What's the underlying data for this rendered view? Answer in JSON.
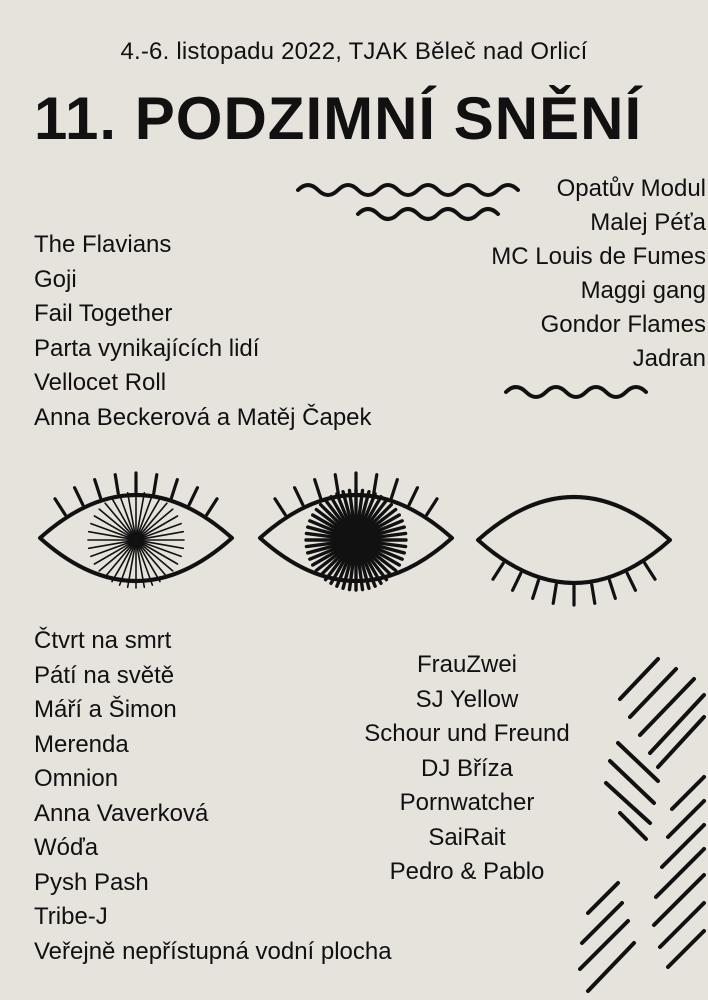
{
  "header": {
    "date_line": "4.-6. listopadu 2022, TJAK Běleč nad Orlicí",
    "title": "11. PODZIMNÍ SNĚNÍ"
  },
  "lineup_top_left": [
    "The Flavians",
    "Goji",
    "Fail Together",
    "Parta vynikajících lidí",
    "Vellocet Roll",
    "Anna Beckerová a Matěj Čapek"
  ],
  "lineup_top_right": [
    "Opatův Modul",
    "Malej Péťa",
    "MC Louis de Fumes",
    "Maggi gang",
    "Gondor Flames",
    "Jadran"
  ],
  "lineup_bottom_left": [
    "Čtvrt na smrt",
    "Pátí na světě",
    "Máří a Šimon",
    "Merenda",
    "Omnion",
    "Anna Vaverková",
    "Wóďa",
    "Pysh Pash",
    "Tribe-J",
    "Veřejně nepřístupná vodní plocha"
  ],
  "lineup_bottom_right": [
    "FrauZwei",
    "SJ Yellow",
    "Schour und Freund",
    "DJ Bříza",
    "Pornwatcher",
    "SaiRait",
    "Pedro & Pablo"
  ],
  "colors": {
    "background": "#e6e3dc",
    "ink": "#111111"
  },
  "decorations": [
    "wave-lines",
    "open-eye-icon",
    "open-eye-icon",
    "closed-eye-icon",
    "diagonal-hatch-lines"
  ]
}
